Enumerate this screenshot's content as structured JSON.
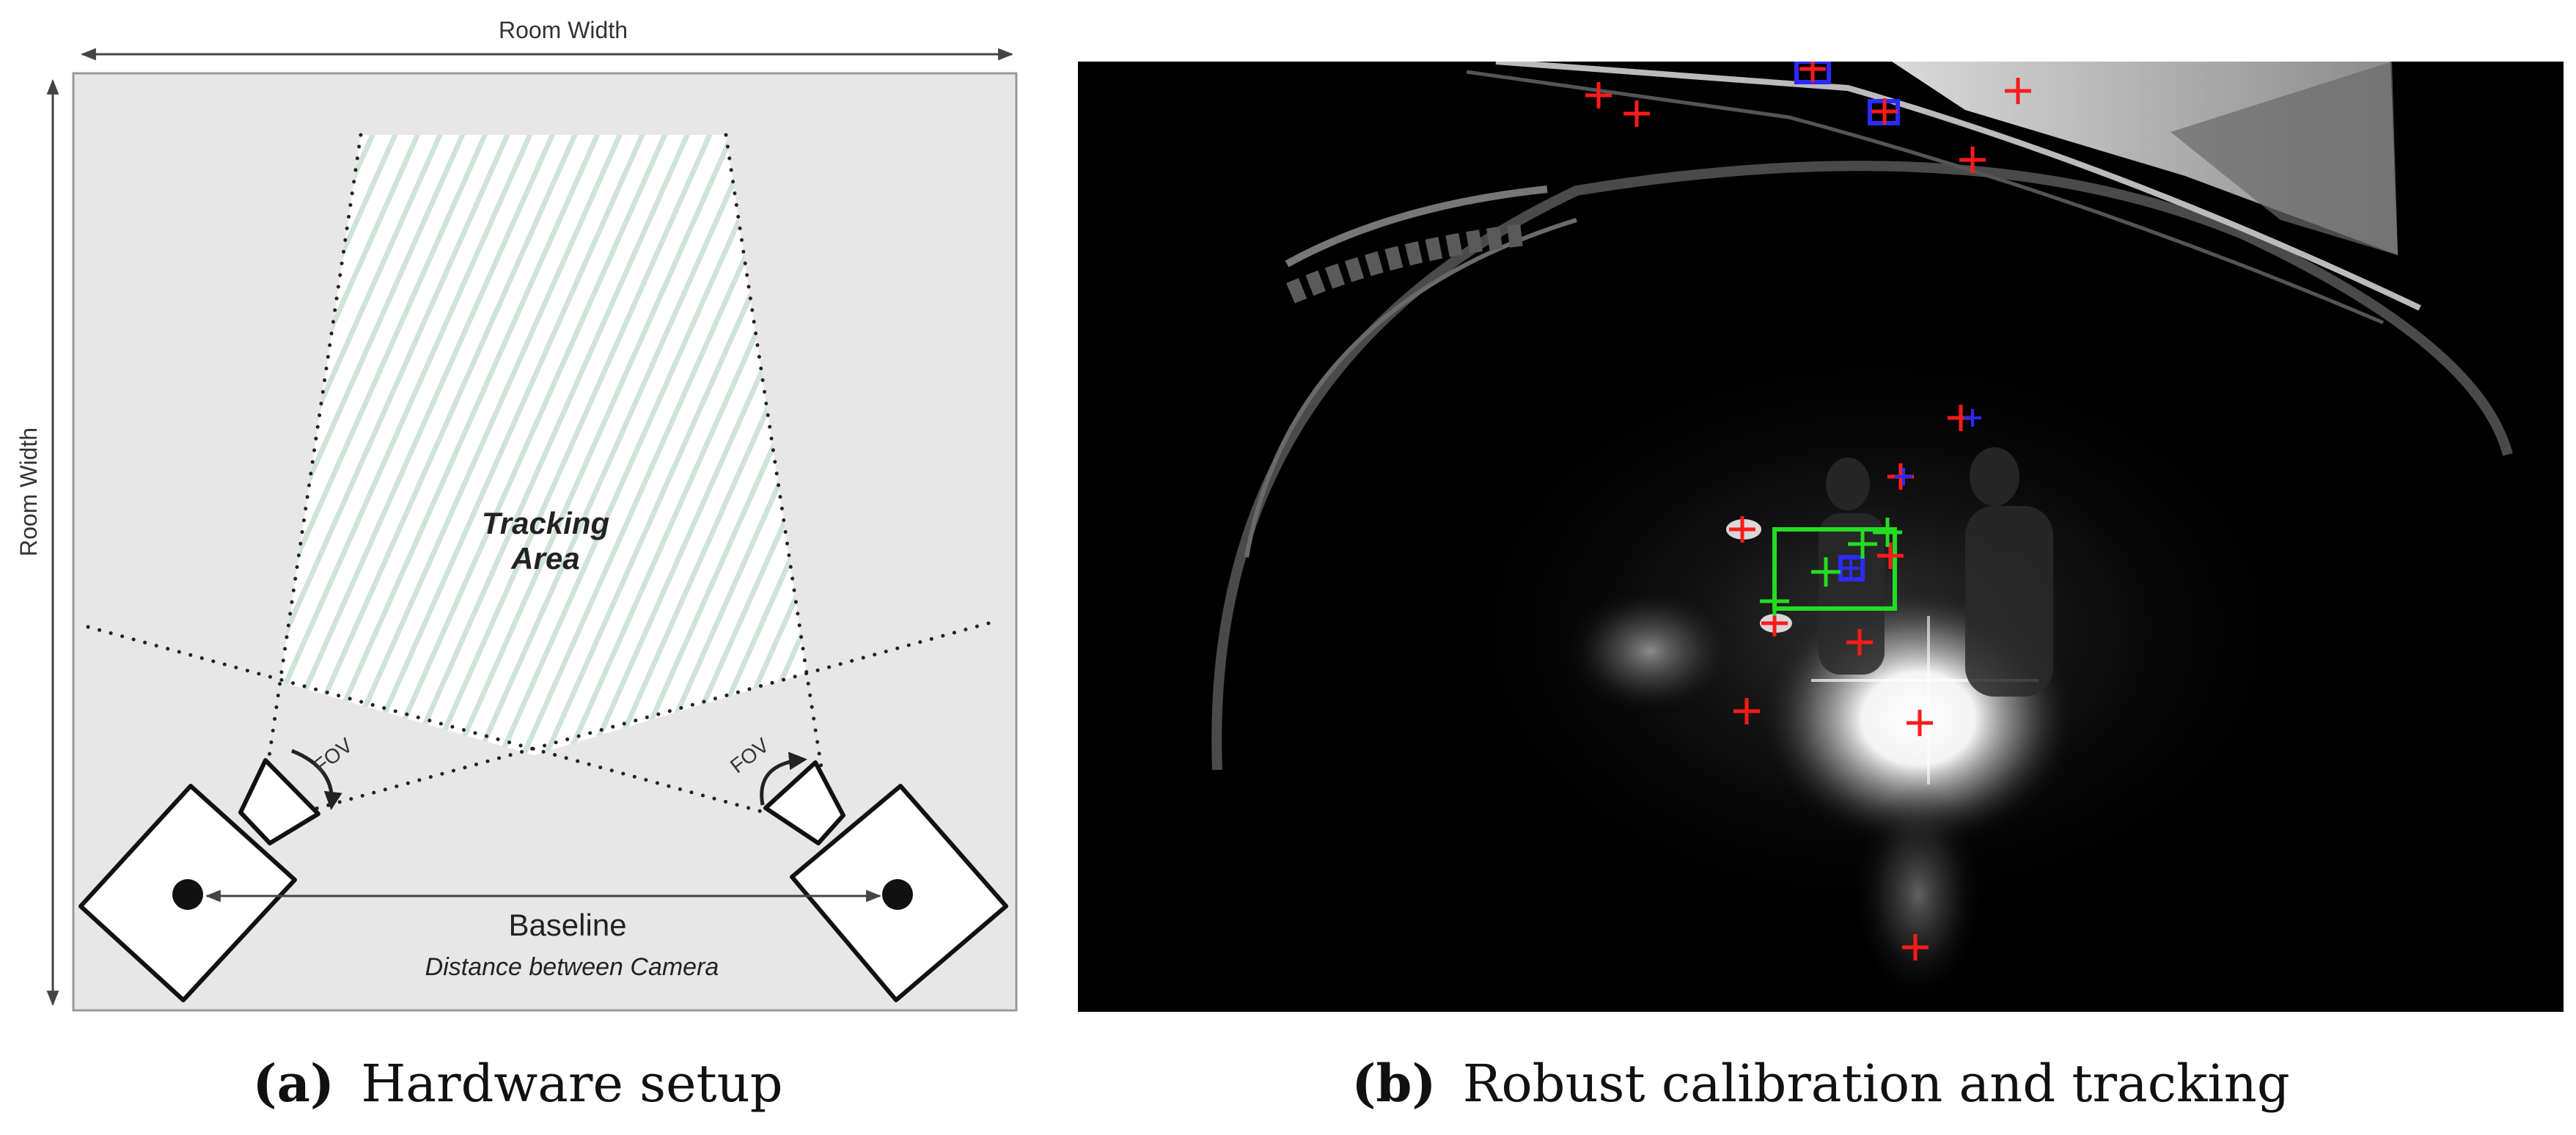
{
  "panel_a": {
    "top_dimension_label": "Room Width",
    "left_dimension_label": "Room Width",
    "tracking_area_line1": "Tracking",
    "tracking_area_line2": "Area",
    "fov_left_label": "FOV",
    "fov_right_label": "FOV",
    "baseline_label": "Baseline",
    "baseline_sublabel": "Distance between Camera",
    "caption_label": "(a)",
    "caption_text": "Hardware setup"
  },
  "panel_b": {
    "caption_label": "(b)",
    "caption_text": "Robust calibration and tracking"
  },
  "colors": {
    "room_fill": "#e7e7e7",
    "tracking_hatch": "#cfe3d6",
    "marker_red": "#ff1a1a",
    "marker_blue": "#2a2aff",
    "marker_green": "#22dd22",
    "camera_dot": "#111111"
  }
}
